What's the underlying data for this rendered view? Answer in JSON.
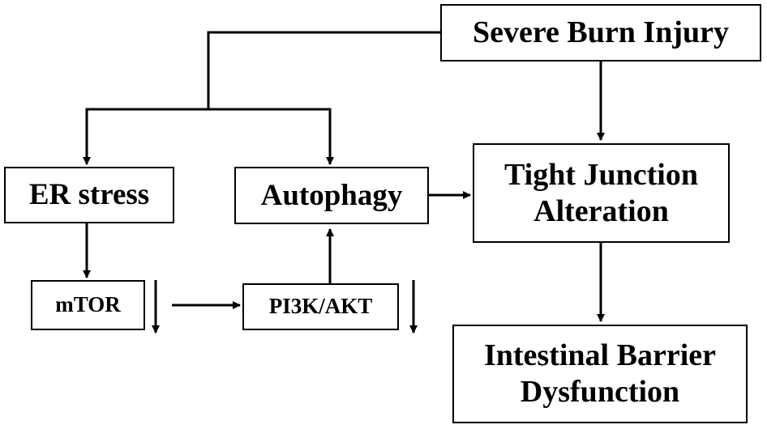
{
  "nodes": {
    "severe_burn_injury": {
      "label": "Severe Burn Injury"
    },
    "er_stress": {
      "label": "ER stress"
    },
    "autophagy": {
      "label": "Autophagy"
    },
    "tight_junction_alteration": {
      "line1": "Tight Junction",
      "line2": "Alteration"
    },
    "mtor": {
      "label": "mTOR"
    },
    "pi3k_akt": {
      "label": "PI3K/AKT"
    },
    "intestinal_barrier_dysfunction": {
      "line1": "Intestinal Barrier",
      "line2": "Dysfunction"
    }
  },
  "indicators": {
    "mtor": "decreased",
    "pi3k_akt": "decreased"
  }
}
